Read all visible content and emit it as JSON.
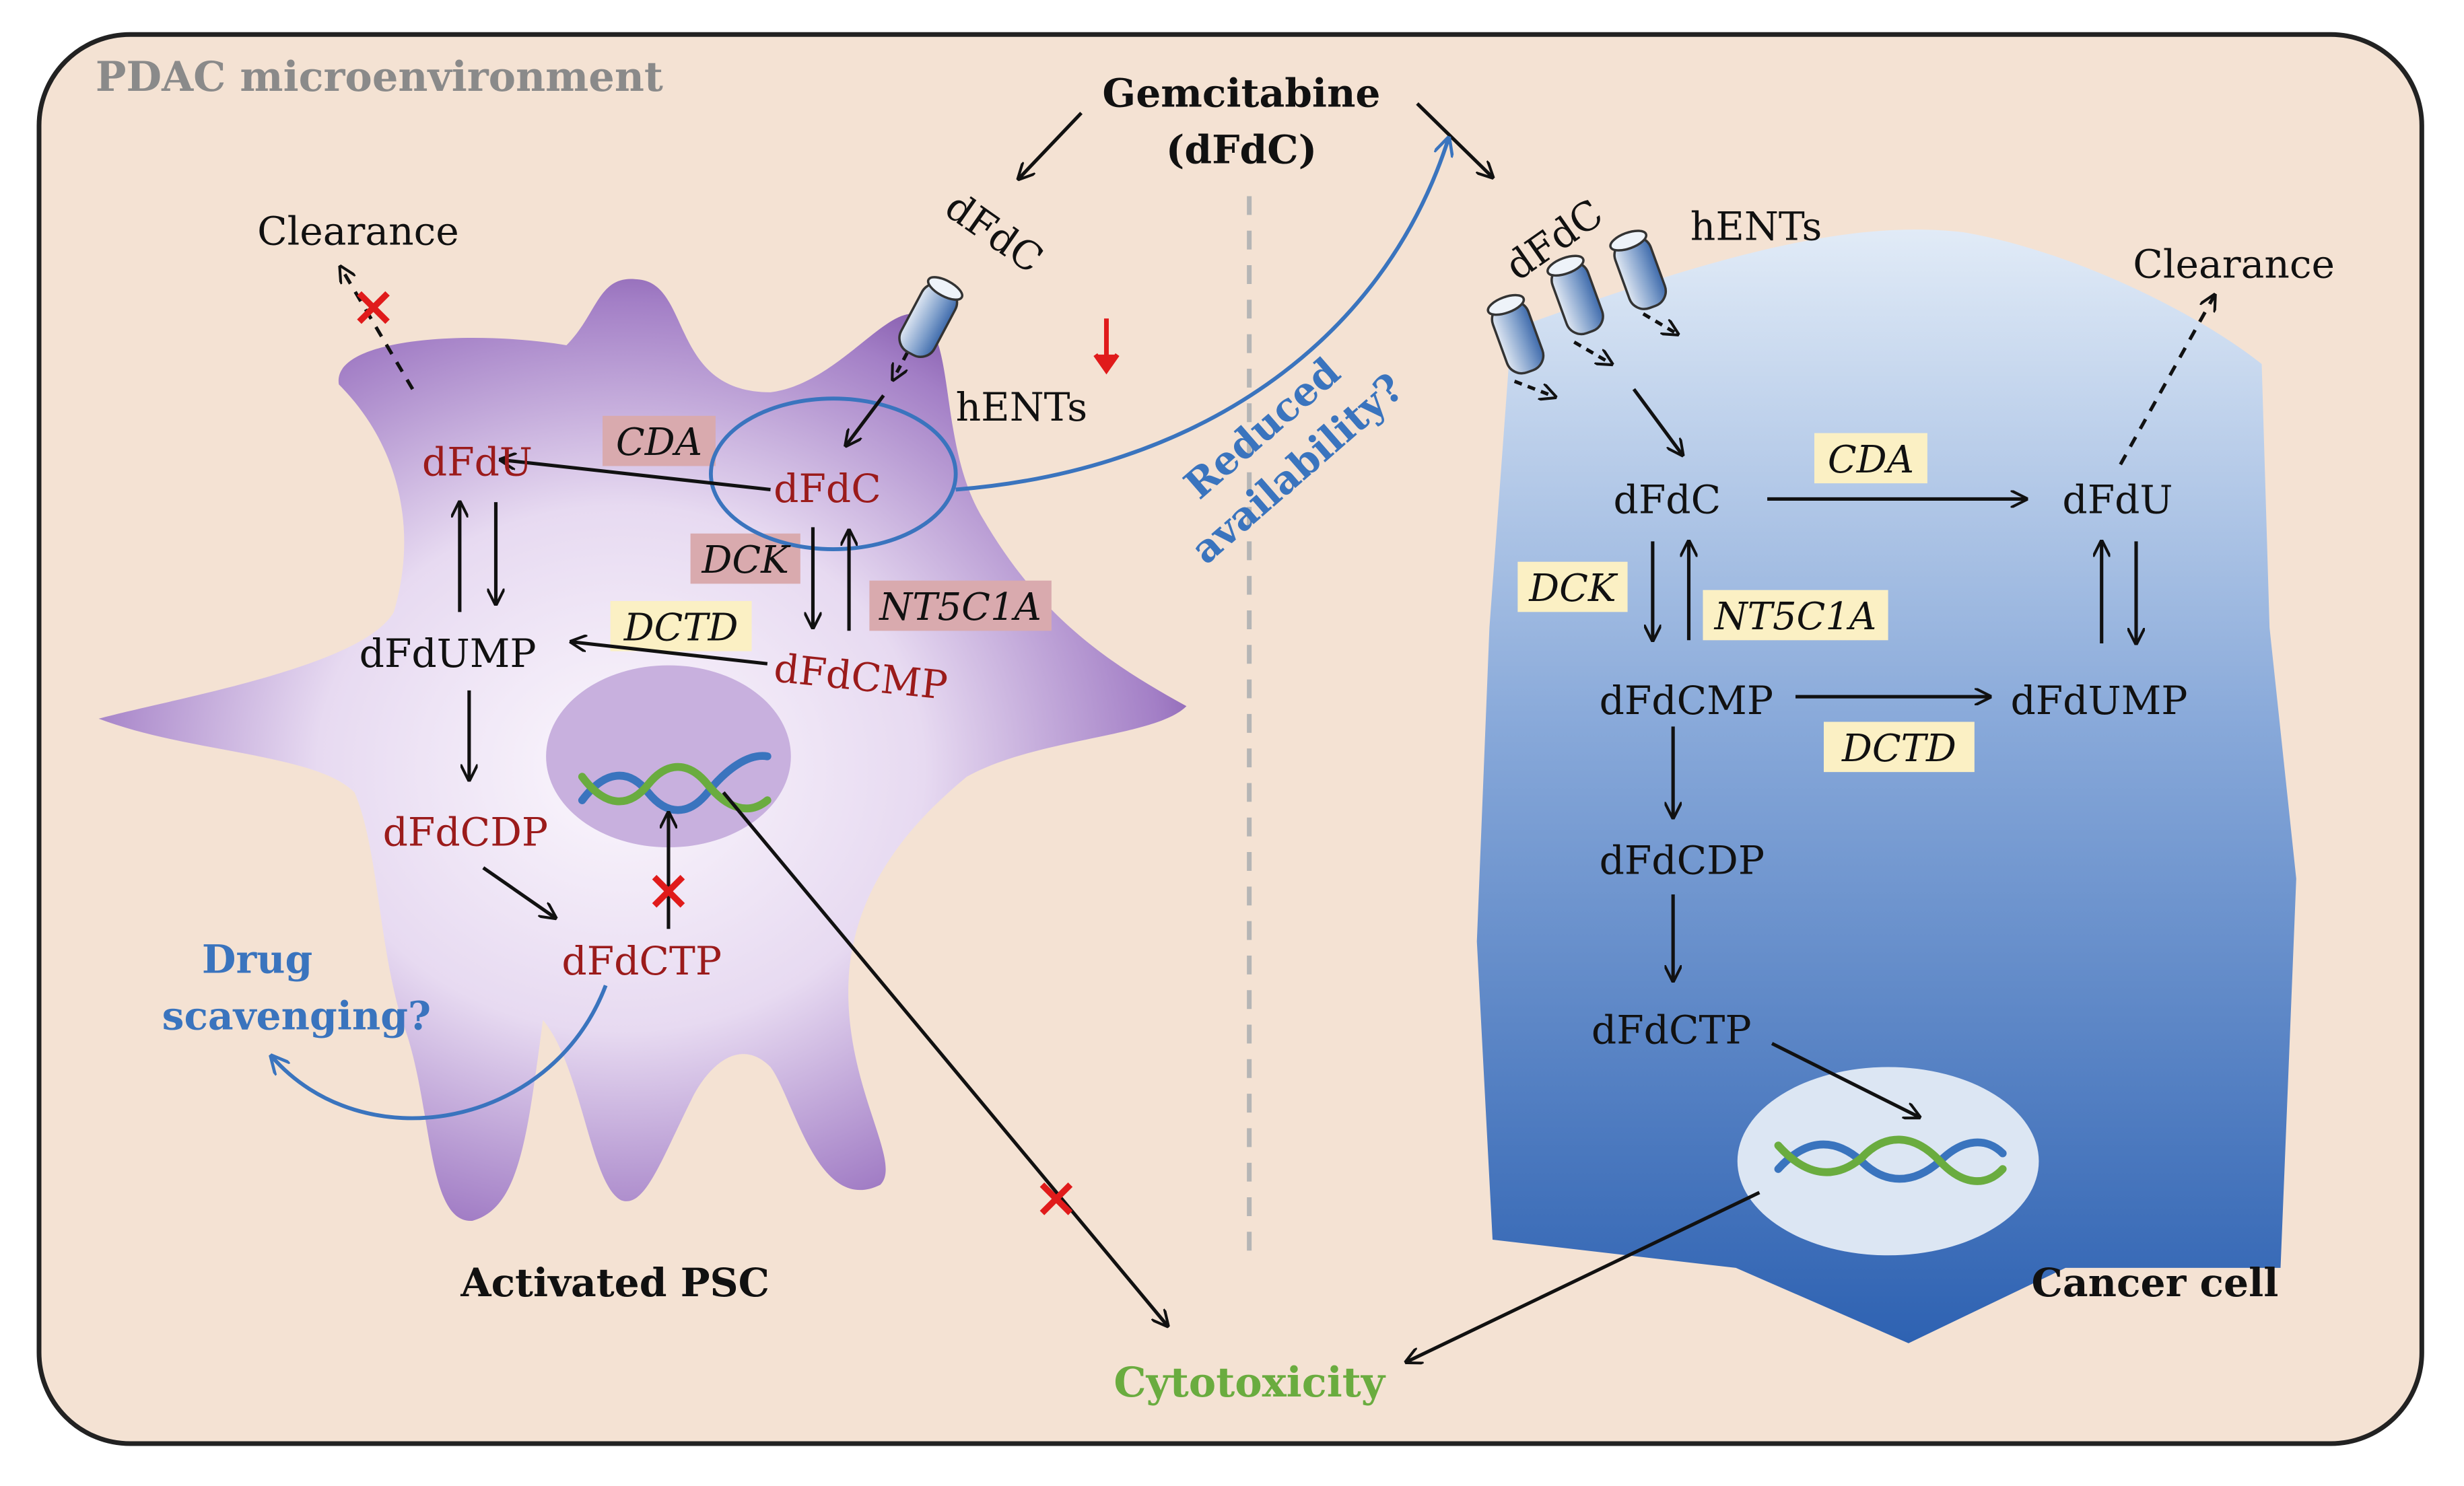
{
  "environment": {
    "title": "PDAC microenvironment"
  },
  "drug": {
    "name": "Gemcitabine",
    "abbr": "(dFdC)"
  },
  "psc": {
    "label": "Activated PSC",
    "dfdc_outside": "dFdC",
    "transporter": "hENTs",
    "clearance": "Clearance",
    "metabolites": {
      "dfdu": "dFdU",
      "dfdc": "dFdC",
      "dfdump": "dFdUMP",
      "dfdcmp": "dFdCMP",
      "dfdcdp": "dFdCDP",
      "dfdctp": "dFdCTP"
    },
    "enzymes": {
      "cda": "CDA",
      "dck": "DCK",
      "nt5c1a": "NT5C1A",
      "dctd": "DCTD"
    },
    "scavenging": [
      "Drug",
      "scavenging?"
    ]
  },
  "reduced": [
    "Reduced",
    "availability?"
  ],
  "cancer": {
    "label": "Cancer cell",
    "dfdc_outside": "dFdC",
    "transporter": "hENTs",
    "clearance": "Clearance",
    "metabolites": {
      "dfdc": "dFdC",
      "dfdu": "dFdU",
      "dfdcmp": "dFdCMP",
      "dfdump": "dFdUMP",
      "dfdcdp": "dFdCDP",
      "dfdctp": "dFdCTP"
    },
    "enzymes": {
      "cda": "CDA",
      "dck": "DCK",
      "nt5c1a": "NT5C1A",
      "dctd": "DCTD"
    }
  },
  "outcome": "Cytotoxicity",
  "colors": {
    "background_panel": "#f4e2d3",
    "psc_purple": "#7c4aa5",
    "cancer_blue": "#2e62b2",
    "metabolite_red": "#9b1b1b",
    "enzyme_pink": "#d9aaae",
    "enzyme_yellow": "#fbf0c4",
    "annotation_blue": "#3a74be",
    "outcome_green": "#6aac3f",
    "block_red": "#e01b1b"
  }
}
